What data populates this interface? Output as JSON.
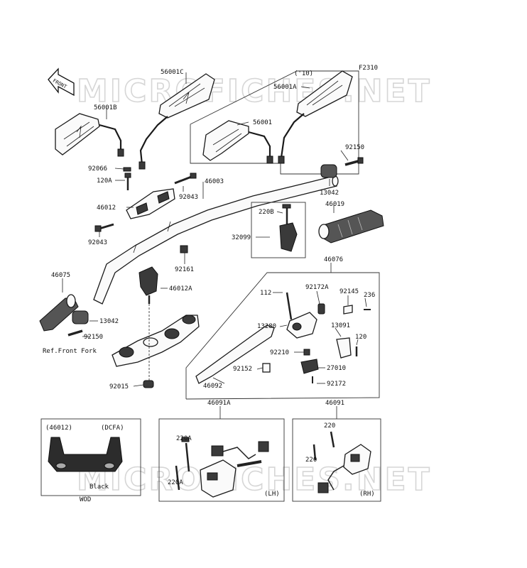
{
  "watermark": "MICROFICHES.NET",
  "diagram_code": "F2310",
  "year_note": "('10)",
  "front_label": "FRONT",
  "ref_label": "Ref.Front Fork",
  "parts": {
    "p56001C": "56001C",
    "p56001B": "56001B",
    "p56001": "56001",
    "p56001A": "56001A",
    "p92066": "92066",
    "p120A": "120A",
    "p92043a": "92043",
    "p46003": "46003",
    "p92150a": "92150",
    "p13042a": "13042",
    "p46012": "46012",
    "p220B": "220B",
    "p46019": "46019",
    "p92043b": "92043",
    "p32099": "32099",
    "p92161": "92161",
    "p46076": "46076",
    "p46075": "46075",
    "p46012A": "46012A",
    "p112": "112",
    "p92172A": "92172A",
    "p92145": "92145",
    "p236": "236",
    "p13042b": "13042",
    "p13280": "13280",
    "p13091": "13091",
    "p92150b": "92150",
    "p120": "120",
    "p92210": "92210",
    "p92152": "92152",
    "p27010": "27010",
    "p46092": "46092",
    "p92172": "92172",
    "p92015": "92015",
    "p46091A": "46091A",
    "p46091": "46091",
    "p220A_1": "220A",
    "p220A_2": "220A",
    "p220_1": "220",
    "p220_2": "220"
  },
  "inset_left": {
    "ref": "(46012)",
    "variant": "(DCFA)",
    "color": "Black",
    "code": "WOD"
  },
  "inset_mid": {
    "side": "(LH)"
  },
  "inset_right": {
    "side": "(RH)"
  }
}
